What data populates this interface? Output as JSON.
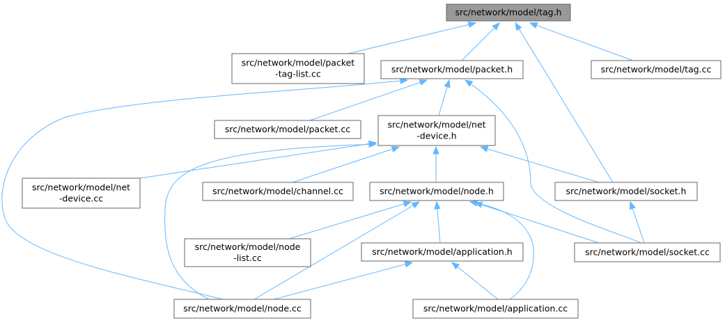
{
  "graph": {
    "nodes": [
      {
        "id": "tag_h",
        "lines": [
          "src/network/model/tag.h"
        ],
        "root": true
      },
      {
        "id": "packet_tag_list_cc",
        "lines": [
          "src/network/model/packet",
          "-tag-list.cc"
        ]
      },
      {
        "id": "packet_h",
        "lines": [
          "src/network/model/packet.h"
        ]
      },
      {
        "id": "tag_cc",
        "lines": [
          "src/network/model/tag.cc"
        ]
      },
      {
        "id": "packet_cc",
        "lines": [
          "src/network/model/packet.cc"
        ]
      },
      {
        "id": "net_device_h",
        "lines": [
          "src/network/model/net",
          "-device.h"
        ]
      },
      {
        "id": "net_device_cc",
        "lines": [
          "src/network/model/net",
          "-device.cc"
        ]
      },
      {
        "id": "channel_cc",
        "lines": [
          "src/network/model/channel.cc"
        ]
      },
      {
        "id": "node_h",
        "lines": [
          "src/network/model/node.h"
        ]
      },
      {
        "id": "socket_h",
        "lines": [
          "src/network/model/socket.h"
        ]
      },
      {
        "id": "node_list_cc",
        "lines": [
          "src/network/model/node",
          "-list.cc"
        ]
      },
      {
        "id": "application_h",
        "lines": [
          "src/network/model/application.h"
        ]
      },
      {
        "id": "socket_cc",
        "lines": [
          "src/network/model/socket.cc"
        ]
      },
      {
        "id": "node_cc",
        "lines": [
          "src/network/model/node.cc"
        ]
      },
      {
        "id": "application_cc",
        "lines": [
          "src/network/model/application.cc"
        ]
      }
    ],
    "edges": [
      {
        "from": "packet_tag_list_cc",
        "to": "tag_h"
      },
      {
        "from": "packet_h",
        "to": "tag_h"
      },
      {
        "from": "socket_h",
        "to": "tag_h"
      },
      {
        "from": "tag_cc",
        "to": "tag_h"
      },
      {
        "from": "packet_cc",
        "to": "packet_h"
      },
      {
        "from": "net_device_h",
        "to": "packet_h"
      },
      {
        "from": "socket_cc",
        "to": "packet_h"
      },
      {
        "from": "node_cc",
        "to": "packet_h"
      },
      {
        "from": "net_device_cc",
        "to": "net_device_h"
      },
      {
        "from": "channel_cc",
        "to": "net_device_h"
      },
      {
        "from": "node_h",
        "to": "net_device_h"
      },
      {
        "from": "socket_h",
        "to": "net_device_h"
      },
      {
        "from": "node_cc",
        "to": "net_device_h"
      },
      {
        "from": "node_list_cc",
        "to": "node_h"
      },
      {
        "from": "application_h",
        "to": "node_h"
      },
      {
        "from": "node_cc",
        "to": "node_h"
      },
      {
        "from": "socket_cc",
        "to": "node_h"
      },
      {
        "from": "application_cc",
        "to": "node_h"
      },
      {
        "from": "socket_cc",
        "to": "socket_h"
      },
      {
        "from": "node_cc",
        "to": "application_h"
      },
      {
        "from": "application_cc",
        "to": "application_h"
      }
    ]
  }
}
